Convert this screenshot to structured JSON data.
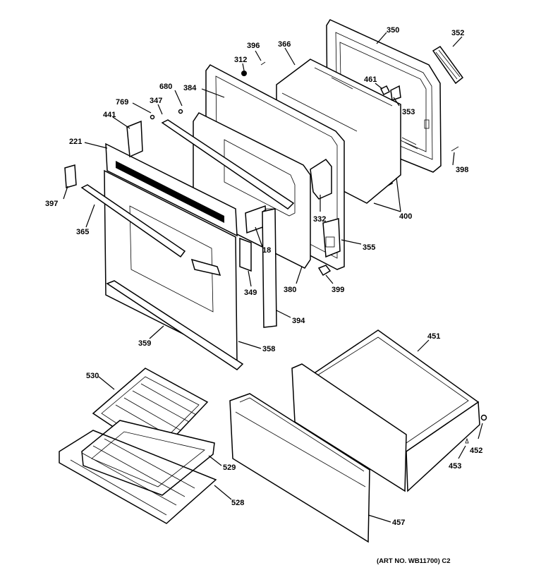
{
  "diagram": {
    "callouts": {
      "c350": "350",
      "c352": "352",
      "c396": "396",
      "c312": "312",
      "c366": "366",
      "c680": "680",
      "c384": "384",
      "c461": "461",
      "c353": "353",
      "c347": "347",
      "c769": "769",
      "c441": "441",
      "c221": "221",
      "c398": "398",
      "c397": "397",
      "c332": "332",
      "c400": "400",
      "c365": "365",
      "c18": "18",
      "c355": "355",
      "c349": "349",
      "c380": "380",
      "c399": "399",
      "c394": "394",
      "c359": "359",
      "c358": "358",
      "c451": "451",
      "c530": "530",
      "c452": "452",
      "c453": "453",
      "c529": "529",
      "c528": "528",
      "c457": "457"
    },
    "art_number": "(ART NO. WB11700) C2"
  },
  "colors": {
    "line": "#000000",
    "background": "#ffffff"
  }
}
